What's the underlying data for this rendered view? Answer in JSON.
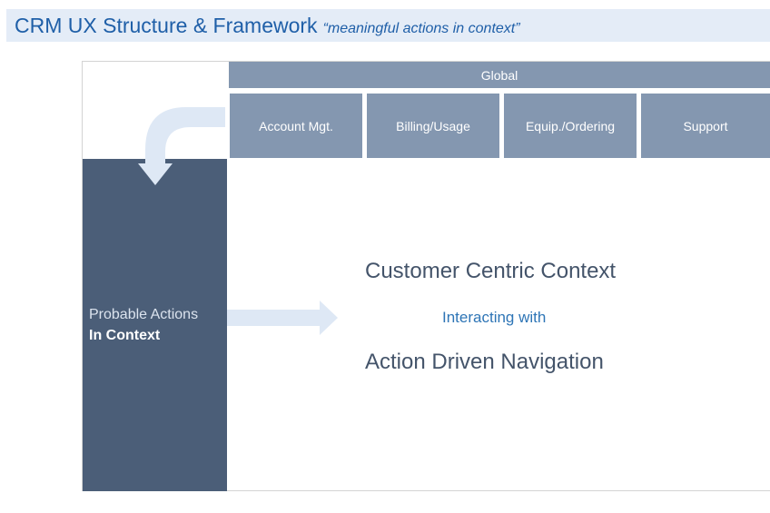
{
  "header": {
    "title": "CRM UX Structure & Framework",
    "subtitle": "“meaningful actions in context”"
  },
  "global": {
    "label": "Global"
  },
  "tabs": [
    {
      "label": "Account Mgt."
    },
    {
      "label": "Billing/Usage"
    },
    {
      "label": "Equip./Ordering"
    },
    {
      "label": "Support"
    }
  ],
  "panel": {
    "line1": "Probable Actions",
    "line2": "In Context"
  },
  "center": {
    "line1": "Customer Centric Context",
    "line2": "Interacting with",
    "line3": "Action Driven Navigation"
  },
  "colors": {
    "title_bg": "#e4ecf7",
    "title_text": "#1f5fa8",
    "tab_bg": "#8497b0",
    "panel_bg": "#4b5e78",
    "arrow_fill": "#dee8f5",
    "center_text": "#44546a",
    "accent_text": "#2e75b6"
  }
}
